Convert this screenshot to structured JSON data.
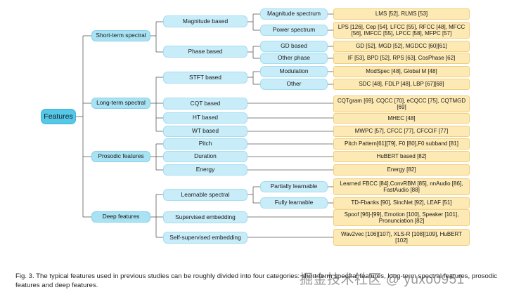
{
  "root": "Features",
  "categories": [
    "Short-term spectral",
    "Long-term spectral",
    "Prosodic features",
    "Deep features"
  ],
  "subnodes": [
    "Magnitude based",
    "Phase based",
    "STFT based",
    "CQT based",
    "HT based",
    "WT based",
    "Pitch",
    "Duration",
    "Energy",
    "Learnable spectral",
    "Supervised embedding",
    "Self-supervised embedding"
  ],
  "subsubnodes": [
    "Magnitude spectrum",
    "Power spectrum",
    "GD based",
    "Other phase",
    "Modulation",
    "Other",
    "Partially learnable",
    "Fully learnable"
  ],
  "leaves": [
    "LMS [52], RLMS [53]",
    "LPS [126], Cep [54], LFCC [55], RFCC [48], MFCC [56], IMFCC [55], LPCC [58], MFPC [57]",
    "GD [52], MGD [52], MGDCC [60][61]",
    "IF [53], BPD [52], RPS [63], CosPhase [62]",
    "ModSpec [48], Global M [48]",
    "SDC [48], FDLP [48], LBP [67][68]",
    "CQTgram [69], CQCC [70], eCQCC [75], CQTMGD [69]",
    "MHEC [48]",
    "MWPC [57], CFCC [77], CFCCIF [77]",
    "Pitch Pattern[61][79], F0 [80],F0 subband [81]",
    "HuBERT based [82]",
    "Energy [82]",
    "Learned FBCC [84],ConvRBM [85], nnAudio [86], FastAudio [88]",
    "TD-Fbanks [90], SincNet [92], LEAF [51]",
    "Spoof [96]-[99], Emotion [100], Speaker [101], Pronunciation [82]",
    "Wav2vec [106][107], XLS-R [108][109], HuBERT [102]"
  ],
  "caption": "Fig. 3. The typical features used in previous studies can be roughly divided into four categories: short-term spectral features, long-term spectral features, prosodic features and deep features.",
  "watermark": "掘金技术社区 @ yuxo0951"
}
